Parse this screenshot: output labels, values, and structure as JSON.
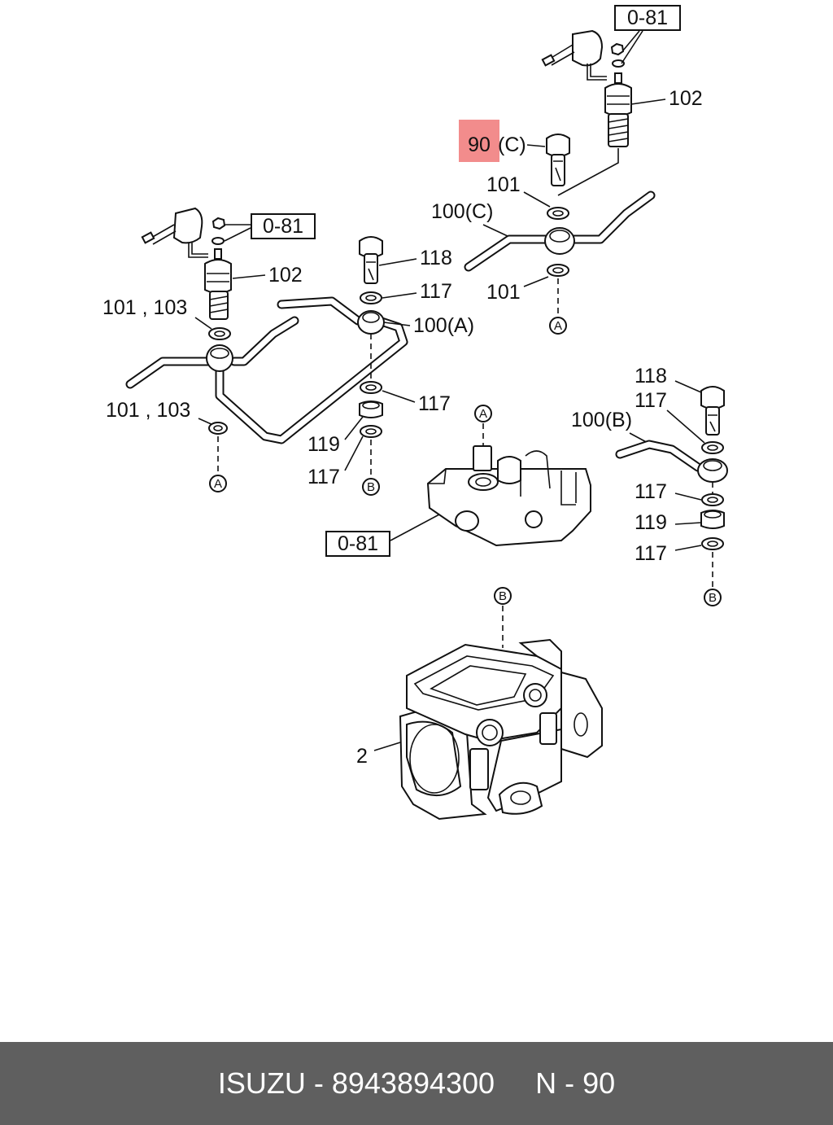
{
  "diagram": {
    "callouts": {
      "ref_top": "0-81",
      "ref_left": "0-81",
      "ref_middle": "0-81",
      "highlighted_part": "90",
      "p_90_suffix": "(C)",
      "p_102_top": "102",
      "p_101_top": "101",
      "p_100c": "100(C)",
      "p_101_right": "101",
      "p_118_left": "118",
      "p_117_a": "117",
      "p_100a": "100(A)",
      "p_102_left": "102",
      "p_101_103_a": "101 , 103",
      "p_117_b": "117",
      "p_101_103_b": "101 , 103",
      "p_119_left": "119",
      "p_117_c": "117",
      "p_118_right": "118",
      "p_117_d": "117",
      "p_100b": "100(B)",
      "p_117_e": "117",
      "p_119_right": "119",
      "p_117_f": "117",
      "p_2": "2"
    },
    "markers": {
      "a": "A",
      "b": "B"
    },
    "highlight_color": "#f28c8c"
  },
  "footer": {
    "brand": "ISUZU",
    "sep1": " - ",
    "part_number": "8943894300",
    "gap": "     ",
    "page_label": "N",
    "sep2": " - ",
    "page_number": "90"
  }
}
